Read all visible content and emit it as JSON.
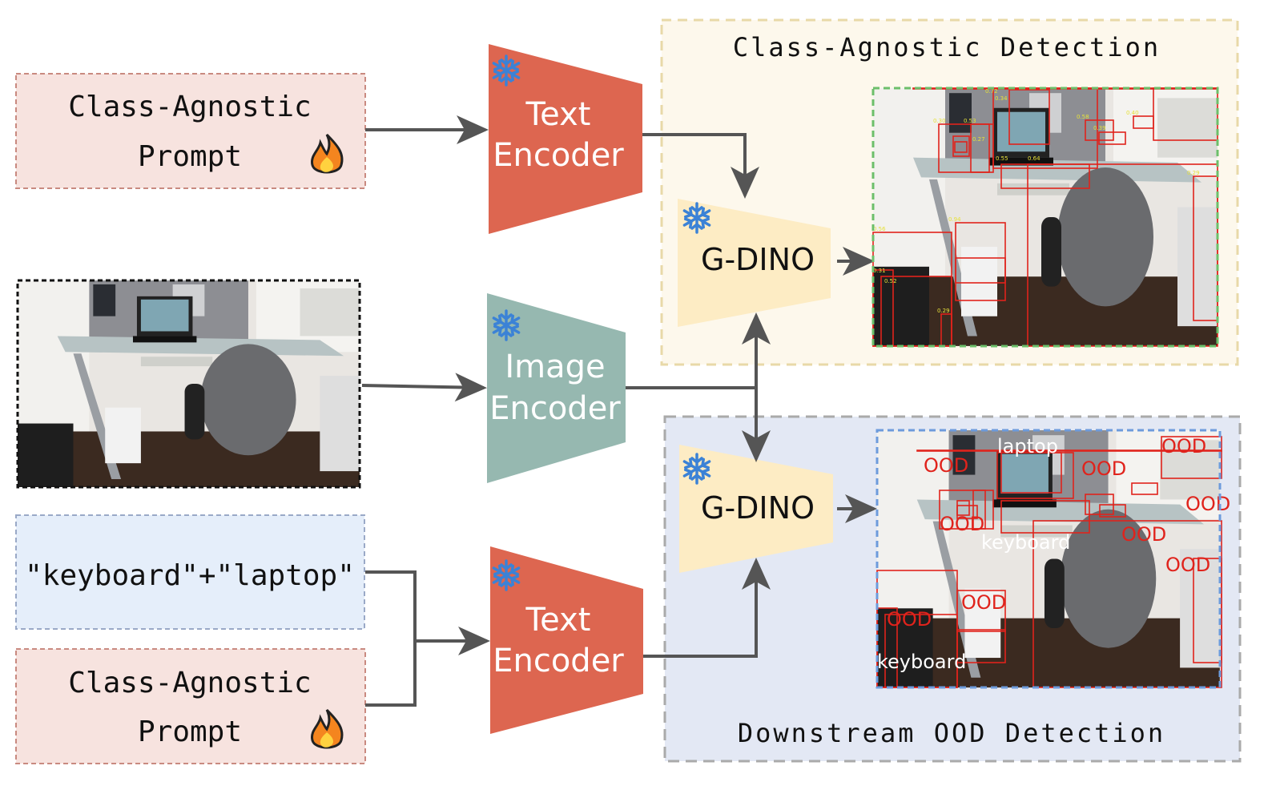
{
  "prompt_top": {
    "line1": "Class-Agnostic",
    "line2": "Prompt",
    "icon": "fire-icon"
  },
  "prompt_bottom": {
    "line1": "Class-Agnostic",
    "line2": "Prompt",
    "icon": "fire-icon"
  },
  "class_prompt": {
    "text": "\"keyboard\"+\"laptop\""
  },
  "text_encoder_top": {
    "line1": "Text",
    "line2": "Encoder",
    "icon": "snowflake-icon"
  },
  "image_encoder": {
    "line1": "Image",
    "line2": "Encoder",
    "icon": "snowflake-icon"
  },
  "text_encoder_bottom": {
    "line1": "Text",
    "line2": "Encoder",
    "icon": "snowflake-icon"
  },
  "gdino_top": {
    "label": "G-DINO",
    "icon": "snowflake-icon"
  },
  "gdino_bottom": {
    "label": "G-DINO",
    "icon": "snowflake-icon"
  },
  "region_top": {
    "title": "Class-Agnostic Detection"
  },
  "region_bottom": {
    "title": "Downstream OOD Detection"
  },
  "detections_top": {
    "scores": [
      "0.72",
      "0.34",
      "0.30",
      "0.53",
      "0.27",
      "0.55",
      "0.64",
      "0.58",
      "0.39",
      "0.40",
      "0.29",
      "0.94",
      "0.56",
      "0.31",
      "0.52",
      "0.29"
    ]
  },
  "detections_bottom": {
    "labels": [
      "OOD",
      "laptop",
      "OOD",
      "OOD",
      "OOD",
      "keyboard",
      "OOD",
      "OOD",
      "OOD",
      "OOD",
      "keyboard",
      "OOD"
    ]
  },
  "colors": {
    "encoder_text": "#dd6650",
    "encoder_image": "#96b8b0",
    "gdino": "#fdecc4",
    "snowflake": "#3b82d6",
    "box": "#e0231c",
    "ood": "#e0231c"
  }
}
